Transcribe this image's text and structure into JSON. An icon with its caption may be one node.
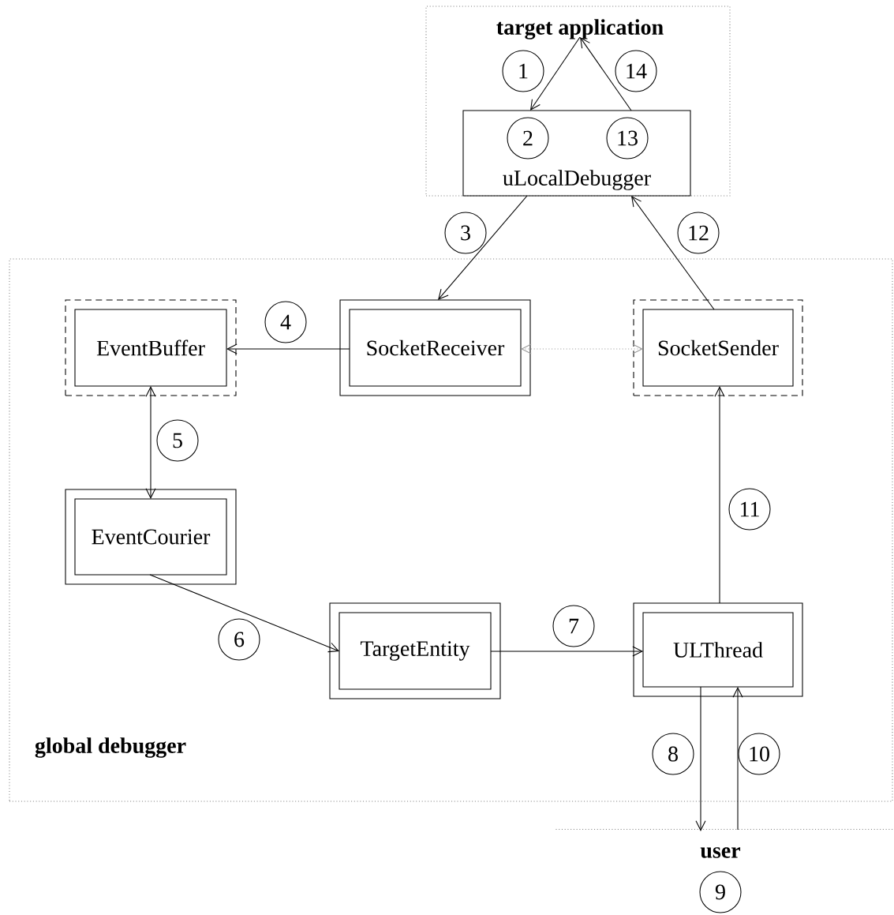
{
  "diagram": {
    "nodes": [
      {
        "text": [
          "target application"
        ]
      },
      {
        "text": [
          "1"
        ],
        "in": 0
      },
      {
        "text": [
          "14"
        ],
        "in": 0
      },
      {
        "text": [
          "uLocalDebugger"
        ],
        "in": 0
      },
      {
        "text": [
          "2"
        ],
        "in": 3
      },
      {
        "text": [
          "13"
        ],
        "in": 3
      },
      {
        "text": [
          "3"
        ]
      },
      {
        "text": [
          "12"
        ]
      },
      {
        "text": [
          "global debugger"
        ]
      },
      {
        "text": [
          "4"
        ],
        "in": 8
      },
      {
        "text": [],
        "shape": "box",
        "in": 8
      },
      {
        "text": [
          "EventBuffer"
        ],
        "in": 10
      },
      {
        "text": [],
        "shape": "box",
        "in": 8
      },
      {
        "text": [
          "SocketReceiver"
        ],
        "in": 12
      },
      {
        "text": [],
        "shape": "box",
        "in": 8
      },
      {
        "text": [
          "SocketSender"
        ],
        "in": 14
      },
      {
        "text": [
          "5"
        ],
        "in": 8
      },
      {
        "text": [],
        "shape": "box",
        "in": 8
      },
      {
        "text": [
          "EventCourier"
        ],
        "in": 17
      },
      {
        "text": [
          "11"
        ],
        "in": 8
      },
      {
        "text": [
          "6"
        ],
        "in": 8
      },
      {
        "text": [
          "7"
        ],
        "in": 8
      },
      {
        "text": [],
        "shape": "box",
        "in": 8
      },
      {
        "text": [
          "TargetEntity"
        ],
        "in": 22
      },
      {
        "text": [],
        "shape": "box",
        "in": 8
      },
      {
        "text": [
          "ULThread"
        ],
        "in": 24
      },
      {
        "text": [
          "8"
        ],
        "in": 8
      },
      {
        "text": [
          "10"
        ],
        "in": 8
      },
      {
        "text": [
          "user"
        ]
      },
      {
        "text": [
          "9"
        ]
      }
    ],
    "edges": [
      {
        "from": 0,
        "to": 3,
        "arrow": "to"
      },
      {
        "from": 3,
        "to": 12,
        "arrow": "to"
      },
      {
        "from": 13,
        "to": 11,
        "arrow": "to"
      },
      {
        "from": 11,
        "to": 18,
        "arrow": "both"
      },
      {
        "from": 18,
        "to": 23,
        "arrow": "to"
      },
      {
        "from": 23,
        "to": 25,
        "arrow": "to"
      },
      {
        "from": 25,
        "to": 28,
        "arrow": "to"
      },
      {
        "from": 28,
        "to": 25,
        "arrow": "to"
      },
      {
        "from": 24,
        "to": 15,
        "arrow": "to"
      },
      {
        "from": 15,
        "to": 3,
        "arrow": "to"
      },
      {
        "from": 3,
        "to": 0,
        "arrow": "to"
      },
      {
        "from": 13,
        "to": 15,
        "arrow": "both",
        "style": "dashed",
        "color": "#999999"
      }
    ]
  }
}
